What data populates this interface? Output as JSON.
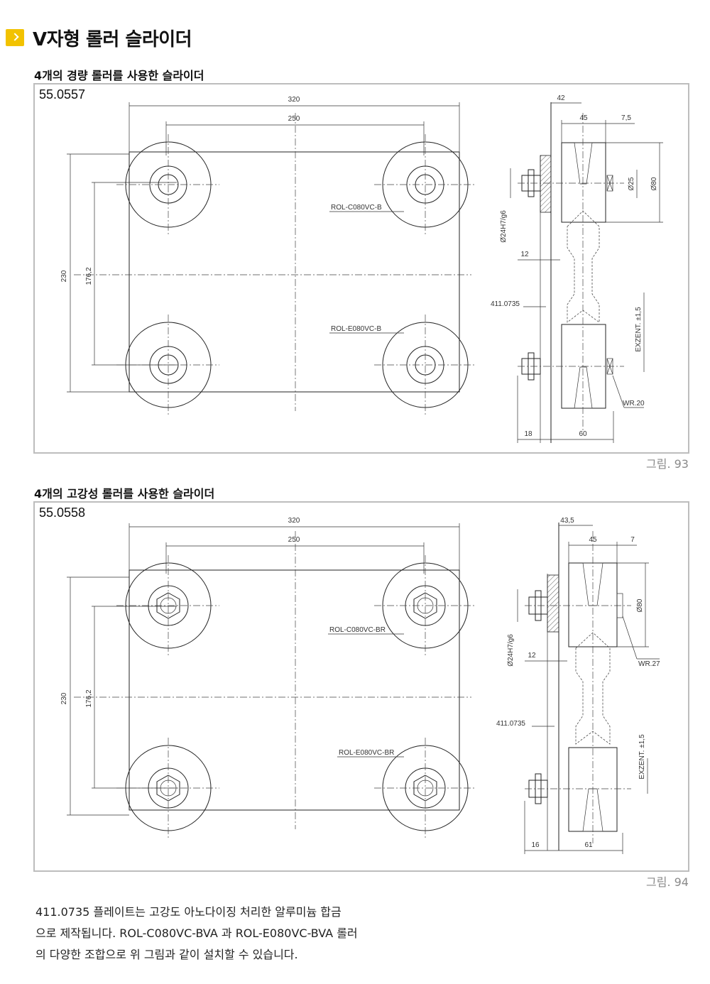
{
  "page": {
    "title": "V자형 롤러 슬라이더"
  },
  "sections": [
    {
      "heading": "4개의 경량 롤러를 사용한 슬라이더",
      "part_number": "55.0557",
      "caption": "그림. 93",
      "dims": {
        "width_outer": "320",
        "width_inner": "250",
        "height_outer": "230",
        "height_inner": "176,2",
        "side_top": "42",
        "side_45": "45",
        "side_75": "7,5",
        "d25": "Ø25",
        "d80": "Ø80",
        "d24": "Ø24H7/g6",
        "d12": "12",
        "plate": "411.0735",
        "exzent": "EXZENT. ±1,5",
        "wr": "WR.20",
        "bottom_left": "18",
        "bottom_right": "60"
      },
      "labels": {
        "roller_c": "ROL-C080VC-B",
        "roller_e": "ROL-E080VC-B"
      }
    },
    {
      "heading": "4개의 고강성 롤러를 사용한 슬라이더",
      "part_number": "55.0558",
      "caption": "그림. 94",
      "dims": {
        "width_outer": "320",
        "width_inner": "250",
        "height_outer": "230",
        "height_inner": "176,2",
        "side_top": "43,5",
        "side_45": "45",
        "side_7": "7",
        "d80": "Ø80",
        "d24": "Ø24H7/g6",
        "d12": "12",
        "plate": "411.0735",
        "exzent": "EXZENT. ±1,5",
        "wr": "WR.27",
        "bottom_left": "16",
        "bottom_right": "61"
      },
      "labels": {
        "roller_c": "ROL-C080VC-BR",
        "roller_e": "ROL-E080VC-BR"
      }
    }
  ],
  "description": [
    "411.0735 플레이트는 고강도 아노다이징 처리한 알루미늄 합금",
    "으로 제작됩니다. ROL-C080VC-BVA 과 ROL-E080VC-BVA 롤러",
    "의 다양한 조합으로 위 그림과 같이 설치할 수 있습니다."
  ],
  "colors": {
    "accent": "#f2c200",
    "frame": "#bdbdbd",
    "caption": "#8a8a8a"
  },
  "icons": {
    "title_marker": "chevron-right-icon"
  }
}
